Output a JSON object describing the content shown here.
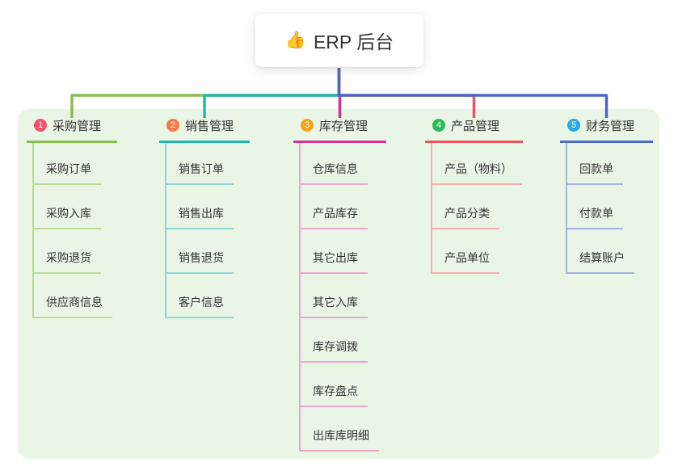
{
  "root": {
    "icon": "👍",
    "label": "ERP 后台"
  },
  "canvas": {
    "background_color": "#ffffff",
    "panel_color": "#e9f6e6",
    "text_color": "#333333",
    "trunk_color": "#4868cc"
  },
  "branches": [
    {
      "number": "1",
      "label": "采购管理",
      "badge_color": "#f4516c",
      "line_color": "#8abf50",
      "child_line_color": "#b9dc92",
      "children": [
        "采购订单",
        "采购入库",
        "采购退货",
        "供应商信息"
      ]
    },
    {
      "number": "2",
      "label": "销售管理",
      "badge_color": "#f5794a",
      "line_color": "#1fb9ac",
      "child_line_color": "#8fd8d1",
      "children": [
        "销售订单",
        "销售出库",
        "销售退货",
        "客户信息"
      ]
    },
    {
      "number": "3",
      "label": "库存管理",
      "badge_color": "#f9a11b",
      "line_color": "#d6318e",
      "child_line_color": "#eda6ce",
      "children": [
        "仓库信息",
        "产品库存",
        "其它出库",
        "其它入库",
        "库存调拨",
        "库存盘点",
        "出库库明细"
      ]
    },
    {
      "number": "4",
      "label": "产品管理",
      "badge_color": "#27bb5a",
      "line_color": "#ef5361",
      "child_line_color": "#f8abaf",
      "children": [
        "产品（物料）",
        "产品分类",
        "产品单位"
      ]
    },
    {
      "number": "5",
      "label": "财务管理",
      "badge_color": "#29abe2",
      "line_color": "#4868cc",
      "child_line_color": "#a3b3e5",
      "children": [
        "回款单",
        "付款单",
        "结算账户"
      ]
    }
  ]
}
